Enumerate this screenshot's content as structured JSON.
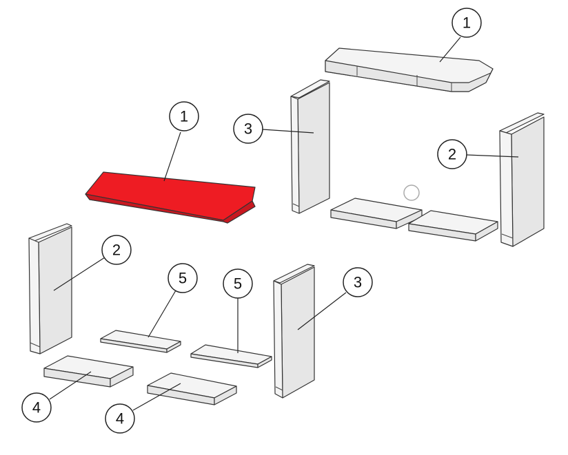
{
  "colors": {
    "highlight": "#ee1c23",
    "part_face": "#e6e6e6",
    "part_side": "#f4f4f4",
    "outline": "#333333"
  },
  "callouts": {
    "top_right_1": "1",
    "highlighted_1": "1",
    "right_2": "2",
    "left_2": "2",
    "upper_3": "3",
    "lower_3": "3",
    "left_5": "5",
    "right_5": "5",
    "left_4": "4",
    "right_4": "4"
  }
}
